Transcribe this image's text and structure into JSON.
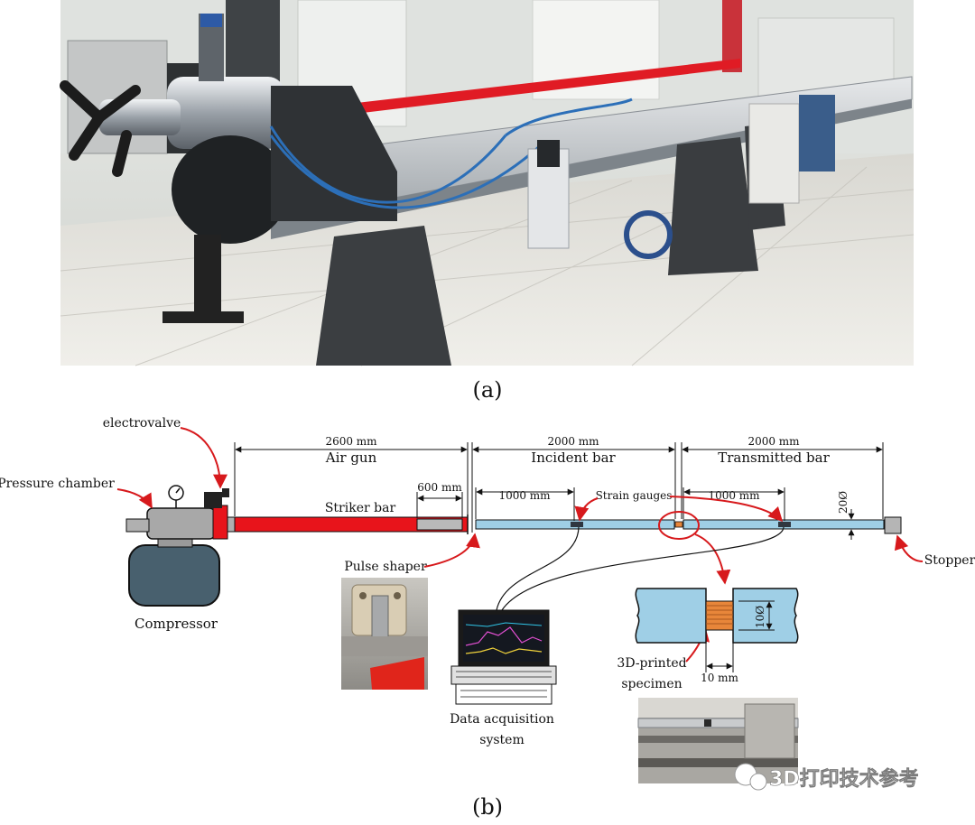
{
  "figure": {
    "caption_a": "(a)",
    "caption_b": "(b)"
  },
  "labels": {
    "electrovalve": "electrovalve",
    "pressure_chamber": "Pressure chamber",
    "compressor": "Compressor",
    "striker_bar": "Striker bar",
    "pulse_shaper": "Pulse shaper",
    "strain_gauges": "Strain gauges",
    "stopper": "Stopper",
    "data_acq_line1": "Data acquisition",
    "data_acq_line2": "system",
    "specimen_line1": "3D-printed",
    "specimen_line2": "specimen"
  },
  "dimensions": {
    "air_gun_length": "2600 mm",
    "air_gun_name": "Air gun",
    "incident_length": "2000 mm",
    "incident_name": "Incident bar",
    "transmitted_length": "2000 mm",
    "transmitted_name": "Transmitted bar",
    "striker_length": "600 mm",
    "gauge1_distance": "1000 mm",
    "gauge2_distance": "1000 mm",
    "bar_diameter": "20Ø",
    "specimen_diameter": "10Ø",
    "specimen_length": "10 mm"
  },
  "watermark": {
    "text": "3D打印技术参考"
  },
  "colors": {
    "striker_red": "#e8141b",
    "bar_blue": "#9fcfe6",
    "annotation_red": "#d7191c",
    "compressor_body": "#48606e",
    "specimen_orange": "#e8863a"
  }
}
